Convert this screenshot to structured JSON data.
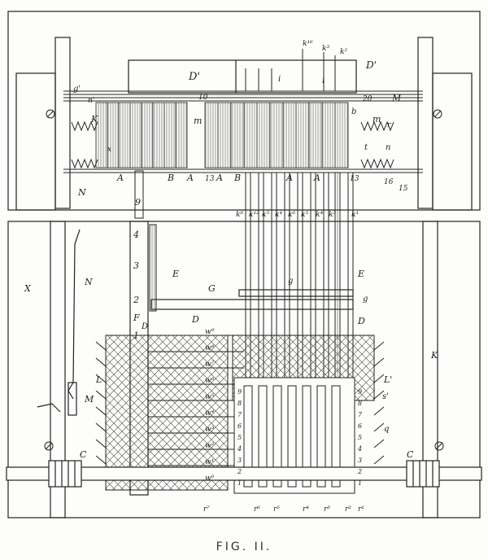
{
  "caption": "FIG. II.",
  "colors": {
    "ink": "#222222",
    "paper": "#fdfdfb",
    "hatch": "#555555"
  },
  "labels": {
    "D_prime_left": "D'",
    "D_prime_right": "D'",
    "k16": "k¹⁶",
    "k3": "k³",
    "k2": "k²",
    "i1": "i",
    "i2": "i",
    "g_prime": "g'",
    "n_small": "n'",
    "K_left": "K",
    "m_left": "m",
    "x": "x",
    "ten": "10",
    "twenty": "20",
    "M_right": "M",
    "b": "b",
    "m_right": "m",
    "r": "r",
    "t": "t",
    "n": "n",
    "A1": "A",
    "A2": "A",
    "A3": "A",
    "A4": "A",
    "B1": "B",
    "B2": "B",
    "thirteen1": "13",
    "thirteen2": "13",
    "A5": "A",
    "sixteen": "16",
    "fifteen": "15",
    "N_top": "N",
    "nine": "9",
    "k_row": [
      "k⁶",
      "k¹²",
      "k⁵",
      "k⁴",
      "k⁶",
      "k⁵",
      "k⁴",
      "k³",
      "k¹"
    ],
    "four": "4",
    "three": "3",
    "two": "2",
    "one": "1",
    "X_left": "X",
    "N_mid": "N",
    "E_left": "E",
    "E_right": "E",
    "G": "G",
    "g1": "g",
    "g2": "g",
    "F": "F",
    "D1": "D",
    "D2": "D",
    "D3": "D",
    "w_labels": [
      "w⁹",
      "w⁸",
      "w⁷",
      "w⁶",
      "w⁵",
      "w⁴",
      "w³",
      "w²",
      "w¹",
      "w⁰"
    ],
    "L": "L",
    "L_prime": "L'",
    "M_left": "M",
    "s": "s'",
    "q": "q",
    "K_right": "K",
    "C_left": "C",
    "C_right": "C",
    "r_labels": [
      "r⁷",
      "r⁶",
      "r⁵",
      "r⁴",
      "r³",
      "r²",
      "r¹"
    ],
    "digits_left": [
      "9",
      "8",
      "7",
      "6",
      "5",
      "4",
      "3",
      "2",
      "1"
    ],
    "digits_right": [
      "9",
      "8",
      "7",
      "6",
      "5",
      "4",
      "3",
      "2",
      "1"
    ]
  }
}
